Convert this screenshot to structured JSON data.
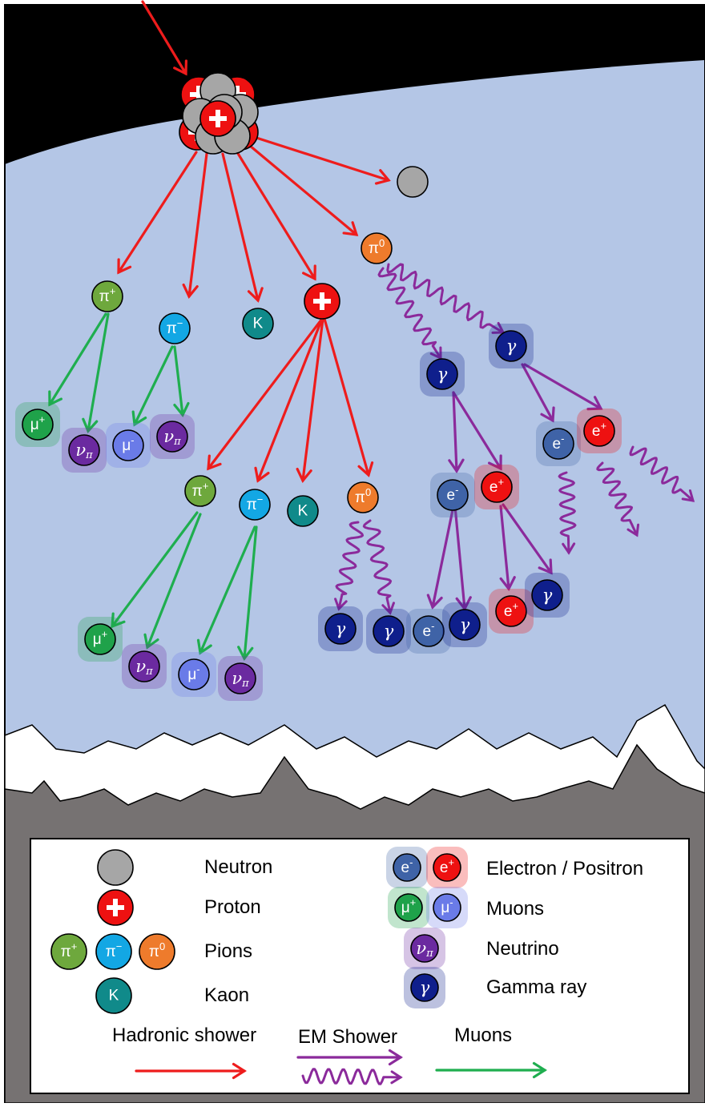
{
  "colors": {
    "space": "#000000",
    "sky": "#b4c6e6",
    "mountain": "#767272",
    "snow": "#ffffff",
    "hadronic_arrow": "#ee1c1c",
    "em_arrow": "#8b2a9b",
    "muon_arrow": "#1fae4f",
    "neutron": "#a6a6a6",
    "proton": "#ee1111",
    "pi_plus": "#6ea83d",
    "pi_minus": "#13a7e4",
    "pi_zero": "#ee7b2c",
    "kaon": "#108a8a",
    "electron": "#3f63a7",
    "positron": "#ee1111",
    "muon_plus": "#1fa24a",
    "muon_minus": "#6a7be8",
    "neutrino": "#6b2aa0",
    "gamma": "#0f1f8c"
  },
  "particle_labels": {
    "proton": "+",
    "pi_plus": "π+",
    "pi_minus": "π−",
    "pi_zero": "π0",
    "kaon": "K",
    "muon_plus": "μ+",
    "muon_minus": "μ-",
    "neutrino": "νπ",
    "gamma": "γ",
    "electron": "e-",
    "positron": "e+"
  },
  "legend": {
    "neutron": "Neutron",
    "proton": "Proton",
    "pions": "Pions",
    "kaon": "Kaon",
    "electron_positron": "Electron / Positron",
    "muons": "Muons",
    "neutrino": "Neutrino",
    "gamma_ray": "Gamma ray",
    "hadronic_shower": "Hadronic shower",
    "em_shower": "EM Shower",
    "muons_arrow": "Muons"
  }
}
